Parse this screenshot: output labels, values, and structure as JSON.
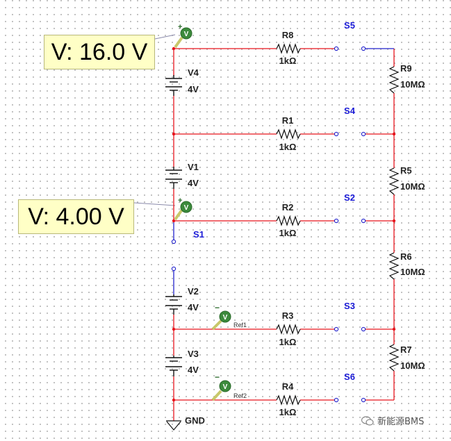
{
  "probes": [
    {
      "id": "probe-1",
      "reading": "V: 16.0 V"
    },
    {
      "id": "probe-2",
      "reading": "V: 4.00 V"
    }
  ],
  "batteries": [
    {
      "name": "V4",
      "value": "4V"
    },
    {
      "name": "V1",
      "value": "4V"
    },
    {
      "name": "V2",
      "value": "4V"
    },
    {
      "name": "V3",
      "value": "4V"
    }
  ],
  "resistors": [
    {
      "name": "R8",
      "value": "1kΩ"
    },
    {
      "name": "R1",
      "value": "1kΩ"
    },
    {
      "name": "R2",
      "value": "1kΩ"
    },
    {
      "name": "R3",
      "value": "1kΩ"
    },
    {
      "name": "R4",
      "value": "1kΩ"
    },
    {
      "name": "R9",
      "value": "10MΩ"
    },
    {
      "name": "R5",
      "value": "10MΩ"
    },
    {
      "name": "R6",
      "value": "10MΩ"
    },
    {
      "name": "R7",
      "value": "10MΩ"
    }
  ],
  "switches": [
    "S5",
    "S4",
    "S2",
    "S3",
    "S6",
    "S1"
  ],
  "references": [
    "Ref1",
    "Ref2"
  ],
  "ground_label": "GND",
  "watermark": "新能源BMS",
  "colors": {
    "wire_red": "#e8141c",
    "wire_blue": "#2222cc",
    "switch_label": "#1a1ad6",
    "probe_bg": "#ffffc6",
    "probe_icon": "#3c8a3c"
  }
}
